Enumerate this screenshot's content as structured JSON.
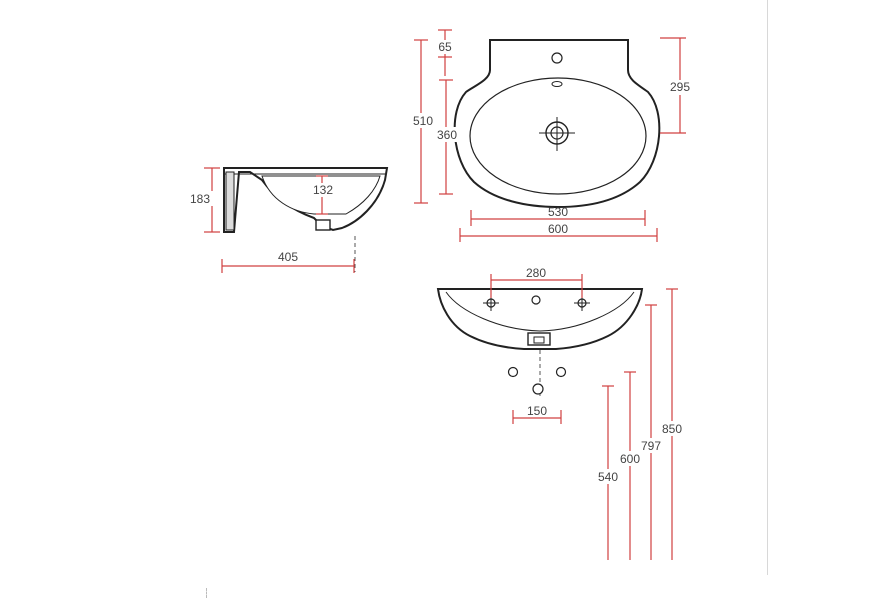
{
  "dimensions": {
    "side_depth": "183",
    "side_bowl_depth": "132",
    "side_width": "405",
    "top_back": "65",
    "top_length": "510",
    "top_bowl_length": "360",
    "top_to_center": "295",
    "top_bowl_width": "530",
    "top_width": "600",
    "front_fix_spacing": "280",
    "front_pipe_spacing": "150",
    "height_540": "540",
    "height_600": "600",
    "height_797": "797",
    "height_850": "850"
  },
  "colors": {
    "dimension": "#d04040",
    "outline": "#222222"
  }
}
